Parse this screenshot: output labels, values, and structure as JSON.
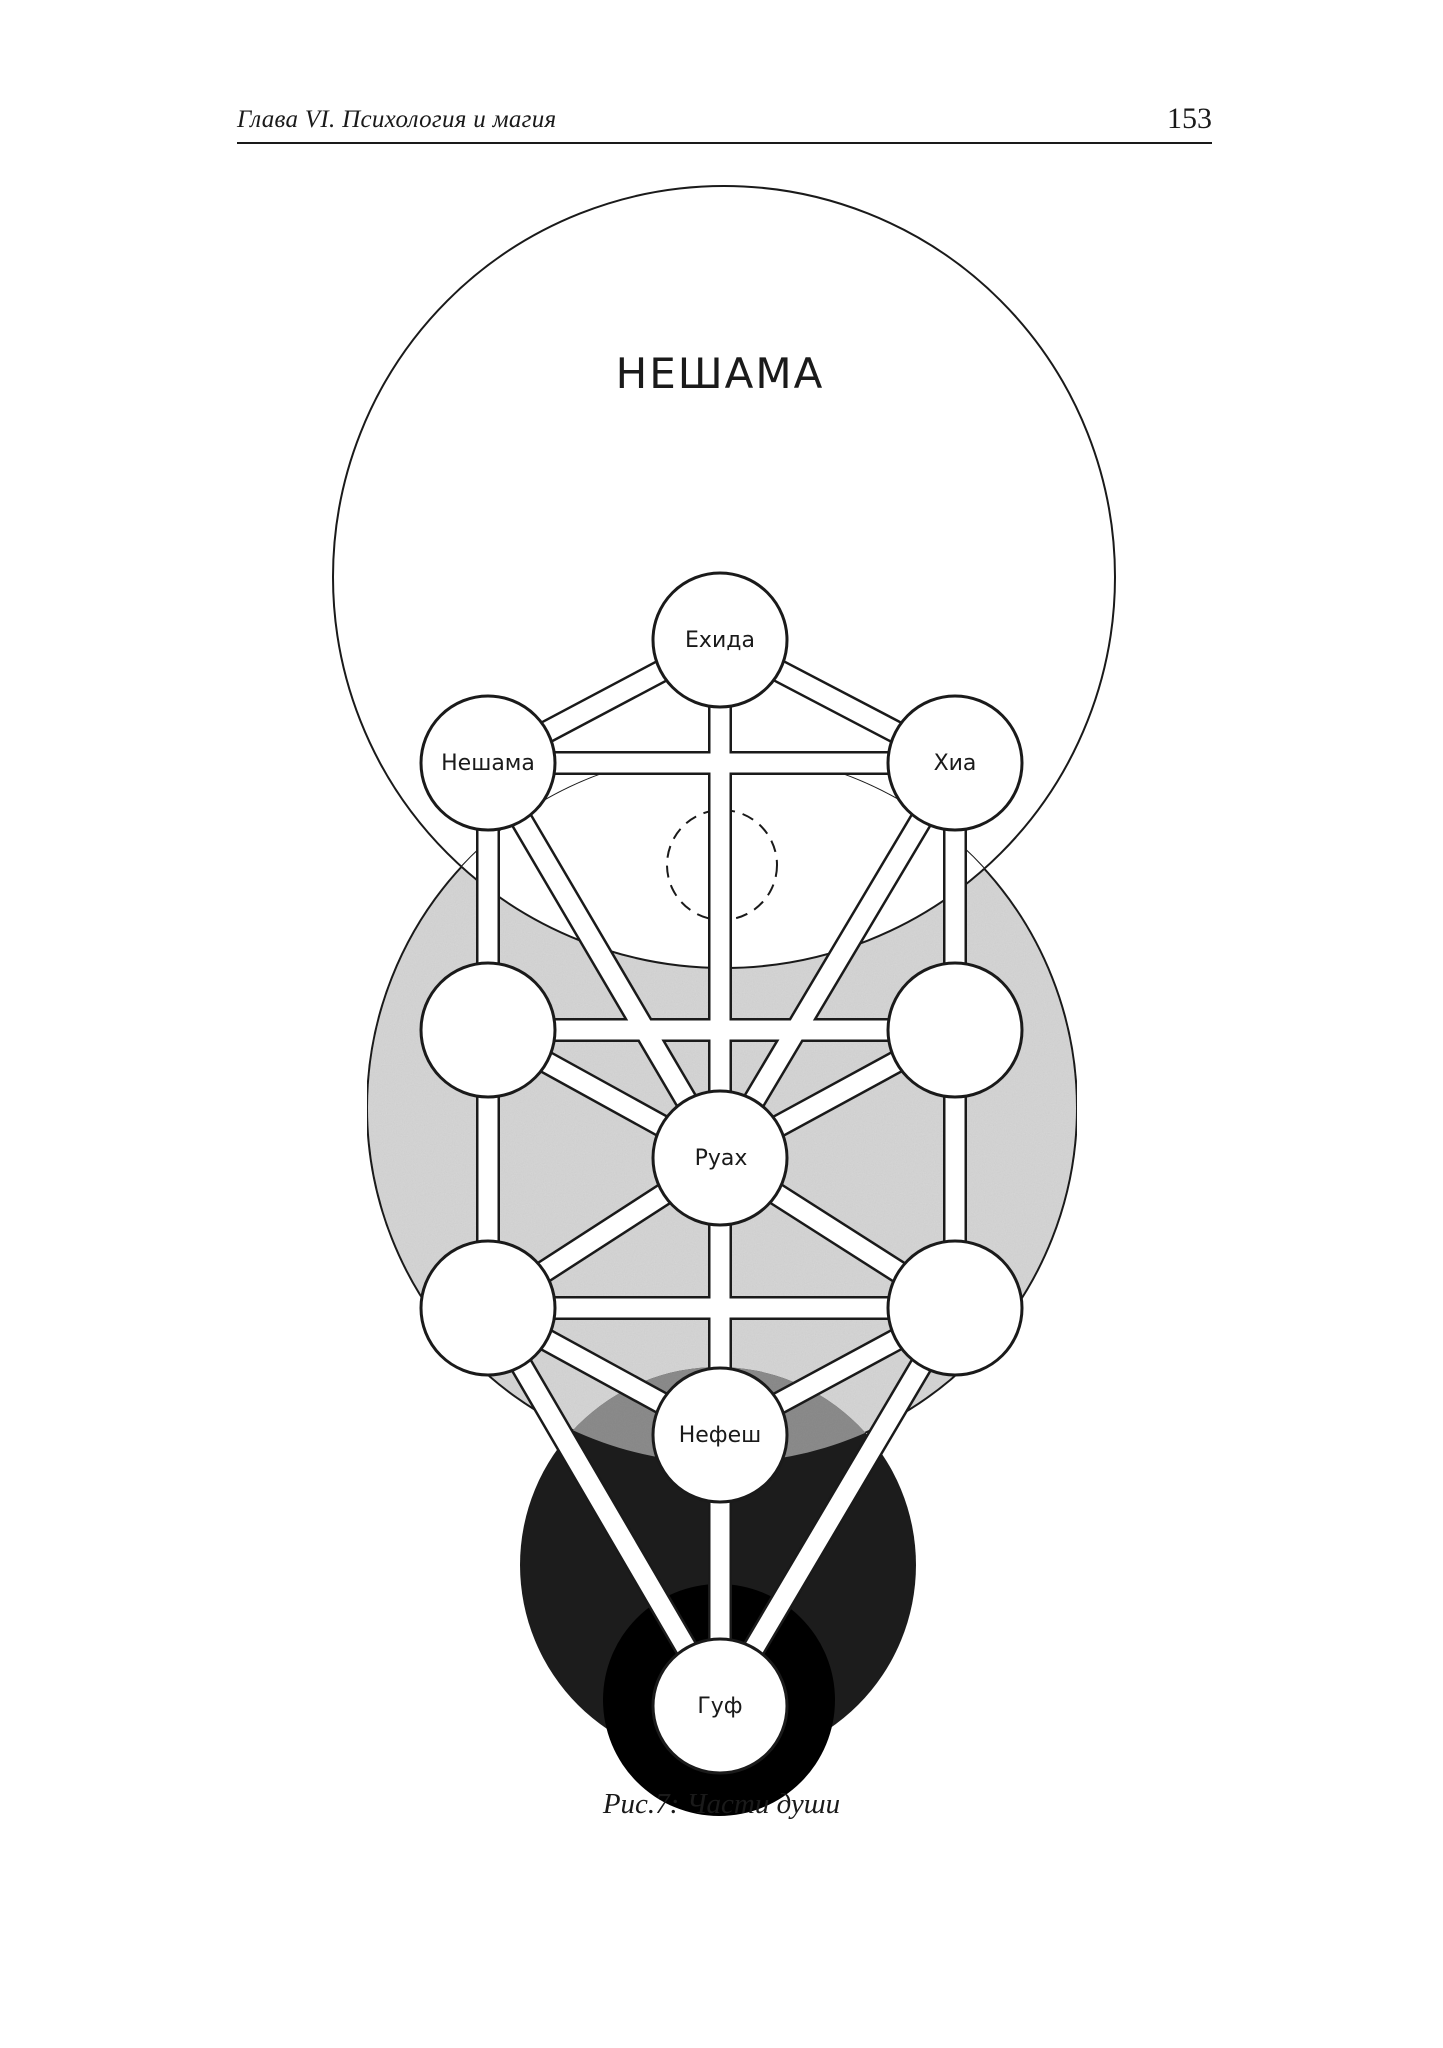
{
  "header": {
    "chapter_title": "Глава VI. Психология и магия",
    "page_number": "153"
  },
  "diagram": {
    "big_label": "НЕШАМА",
    "nodes": {
      "yechida": "Ехида",
      "neshama": "Нешама",
      "chia": "Хиа",
      "ruach": "Руах",
      "nefesh": "Нефеш",
      "guf": "Гуф"
    }
  },
  "caption": "Рис.7: Части души",
  "colors": {
    "ink": "#1a1a1a",
    "ruach_zone": "#d6d6d6",
    "nefesh_zone": "#8c8c8c",
    "lower_zone": "#1e1e1e",
    "guf_ring": "#000000"
  }
}
